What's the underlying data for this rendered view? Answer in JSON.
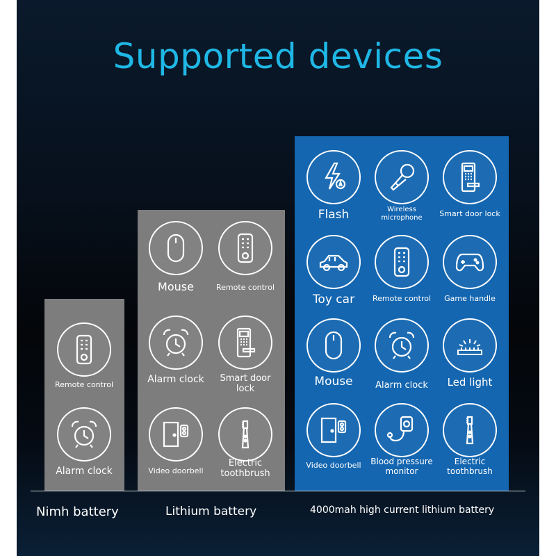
{
  "title": "Supported devices",
  "panels": {
    "nimh": {
      "label": "Nimh battery",
      "items": [
        {
          "label": "Remote control",
          "icon": "remote-control-icon"
        },
        {
          "label": "Alarm clock",
          "icon": "alarm-clock-icon"
        }
      ]
    },
    "lithium": {
      "label": "Lithium battery",
      "items": [
        {
          "label": "Mouse",
          "icon": "mouse-icon"
        },
        {
          "label": "Remote control",
          "icon": "remote-control-icon"
        },
        {
          "label": "Alarm clock",
          "icon": "alarm-clock-icon"
        },
        {
          "label": "Smart door lock",
          "icon": "smart-door-lock-icon"
        },
        {
          "label": "Video doorbell",
          "icon": "video-doorbell-icon"
        },
        {
          "label": "Electric toothbrush",
          "icon": "electric-toothbrush-icon"
        }
      ]
    },
    "highcurrent": {
      "label": "4000mah high current lithium battery",
      "items": [
        {
          "label": "Flash",
          "icon": "flash-icon"
        },
        {
          "label": "Wireless microphone",
          "icon": "microphone-icon"
        },
        {
          "label": "Smart door lock",
          "icon": "smart-door-lock-icon"
        },
        {
          "label": "Toy car",
          "icon": "toy-car-icon"
        },
        {
          "label": "Remote control",
          "icon": "remote-control-icon"
        },
        {
          "label": "Game handle",
          "icon": "game-handle-icon"
        },
        {
          "label": "Mouse",
          "icon": "mouse-icon"
        },
        {
          "label": "Alarm clock",
          "icon": "alarm-clock-icon"
        },
        {
          "label": "Led light",
          "icon": "led-light-icon"
        },
        {
          "label": "Video doorbell",
          "icon": "video-doorbell-icon"
        },
        {
          "label": "Blood pressure monitor",
          "icon": "blood-pressure-monitor-icon"
        },
        {
          "label": "Electric toothbrush",
          "icon": "electric-toothbrush-icon"
        }
      ]
    }
  },
  "colors": {
    "title": "#1fb8e6",
    "gray_panel": "#7d7d7d",
    "blue_panel": "#1466b0",
    "text": "#ffffff"
  }
}
